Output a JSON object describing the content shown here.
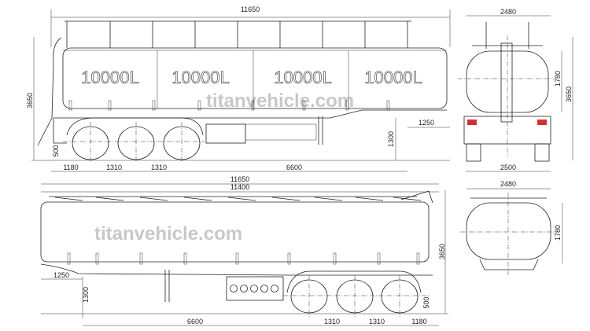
{
  "watermark": "titanvehicle.com",
  "side_view_top": {
    "overall_length": "11650",
    "height": "3650",
    "compartments": [
      "10000L",
      "10000L",
      "10000L",
      "10000L"
    ],
    "front_overhang": "1250",
    "fifth_wheel_height": "1300",
    "ground_clearance": "500",
    "bottom_dims": [
      "1180",
      "1310",
      "1310",
      "6600"
    ]
  },
  "rear_view": {
    "tank_width": "2480",
    "tank_height": "1780",
    "height": "3650",
    "overall_width": "2500"
  },
  "side_view_bottom": {
    "overall_length": "11650",
    "tank_length": "11400",
    "height": "3650",
    "front_overhang": "1250",
    "fifth_wheel_height": "1300",
    "ground_clearance": "500",
    "bottom_dims": [
      "6600",
      "1310",
      "1310",
      "1180"
    ]
  },
  "front_view": {
    "tank_width": "2480",
    "tank_height": "1780"
  }
}
